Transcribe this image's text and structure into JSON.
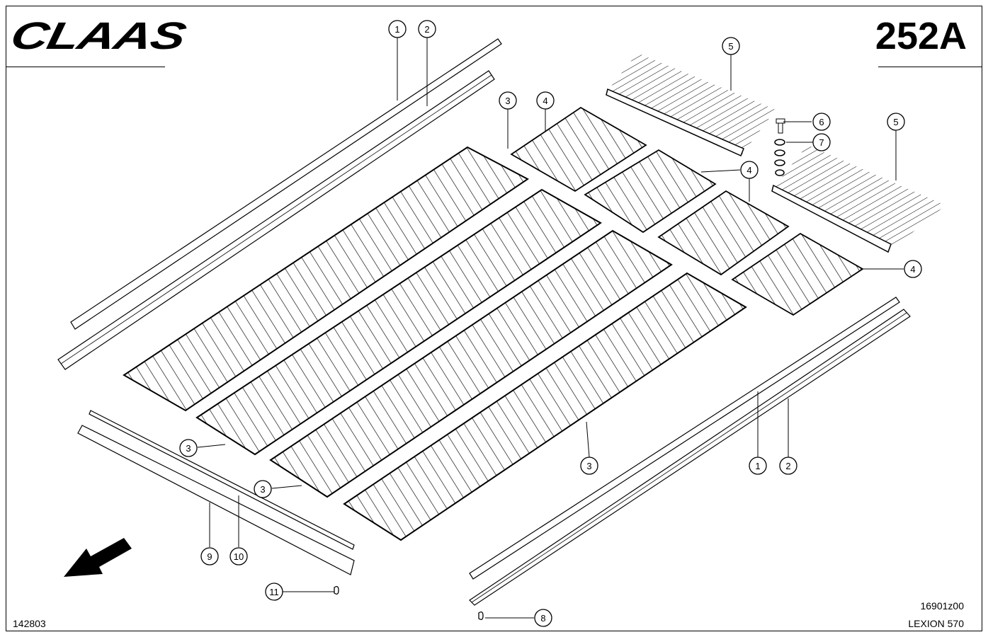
{
  "header": {
    "brand": "CLAAS",
    "page_number": "252A"
  },
  "footer": {
    "left_ref": "142803",
    "drawing_ref": "16901z00",
    "model": "LEXION 570"
  },
  "callouts": {
    "c1": "1",
    "c2": "2",
    "c3": "3",
    "c4": "4",
    "c5": "5",
    "c6": "6",
    "c7": "7",
    "c8": "8",
    "c9": "9",
    "c10": "10",
    "c11": "11"
  }
}
